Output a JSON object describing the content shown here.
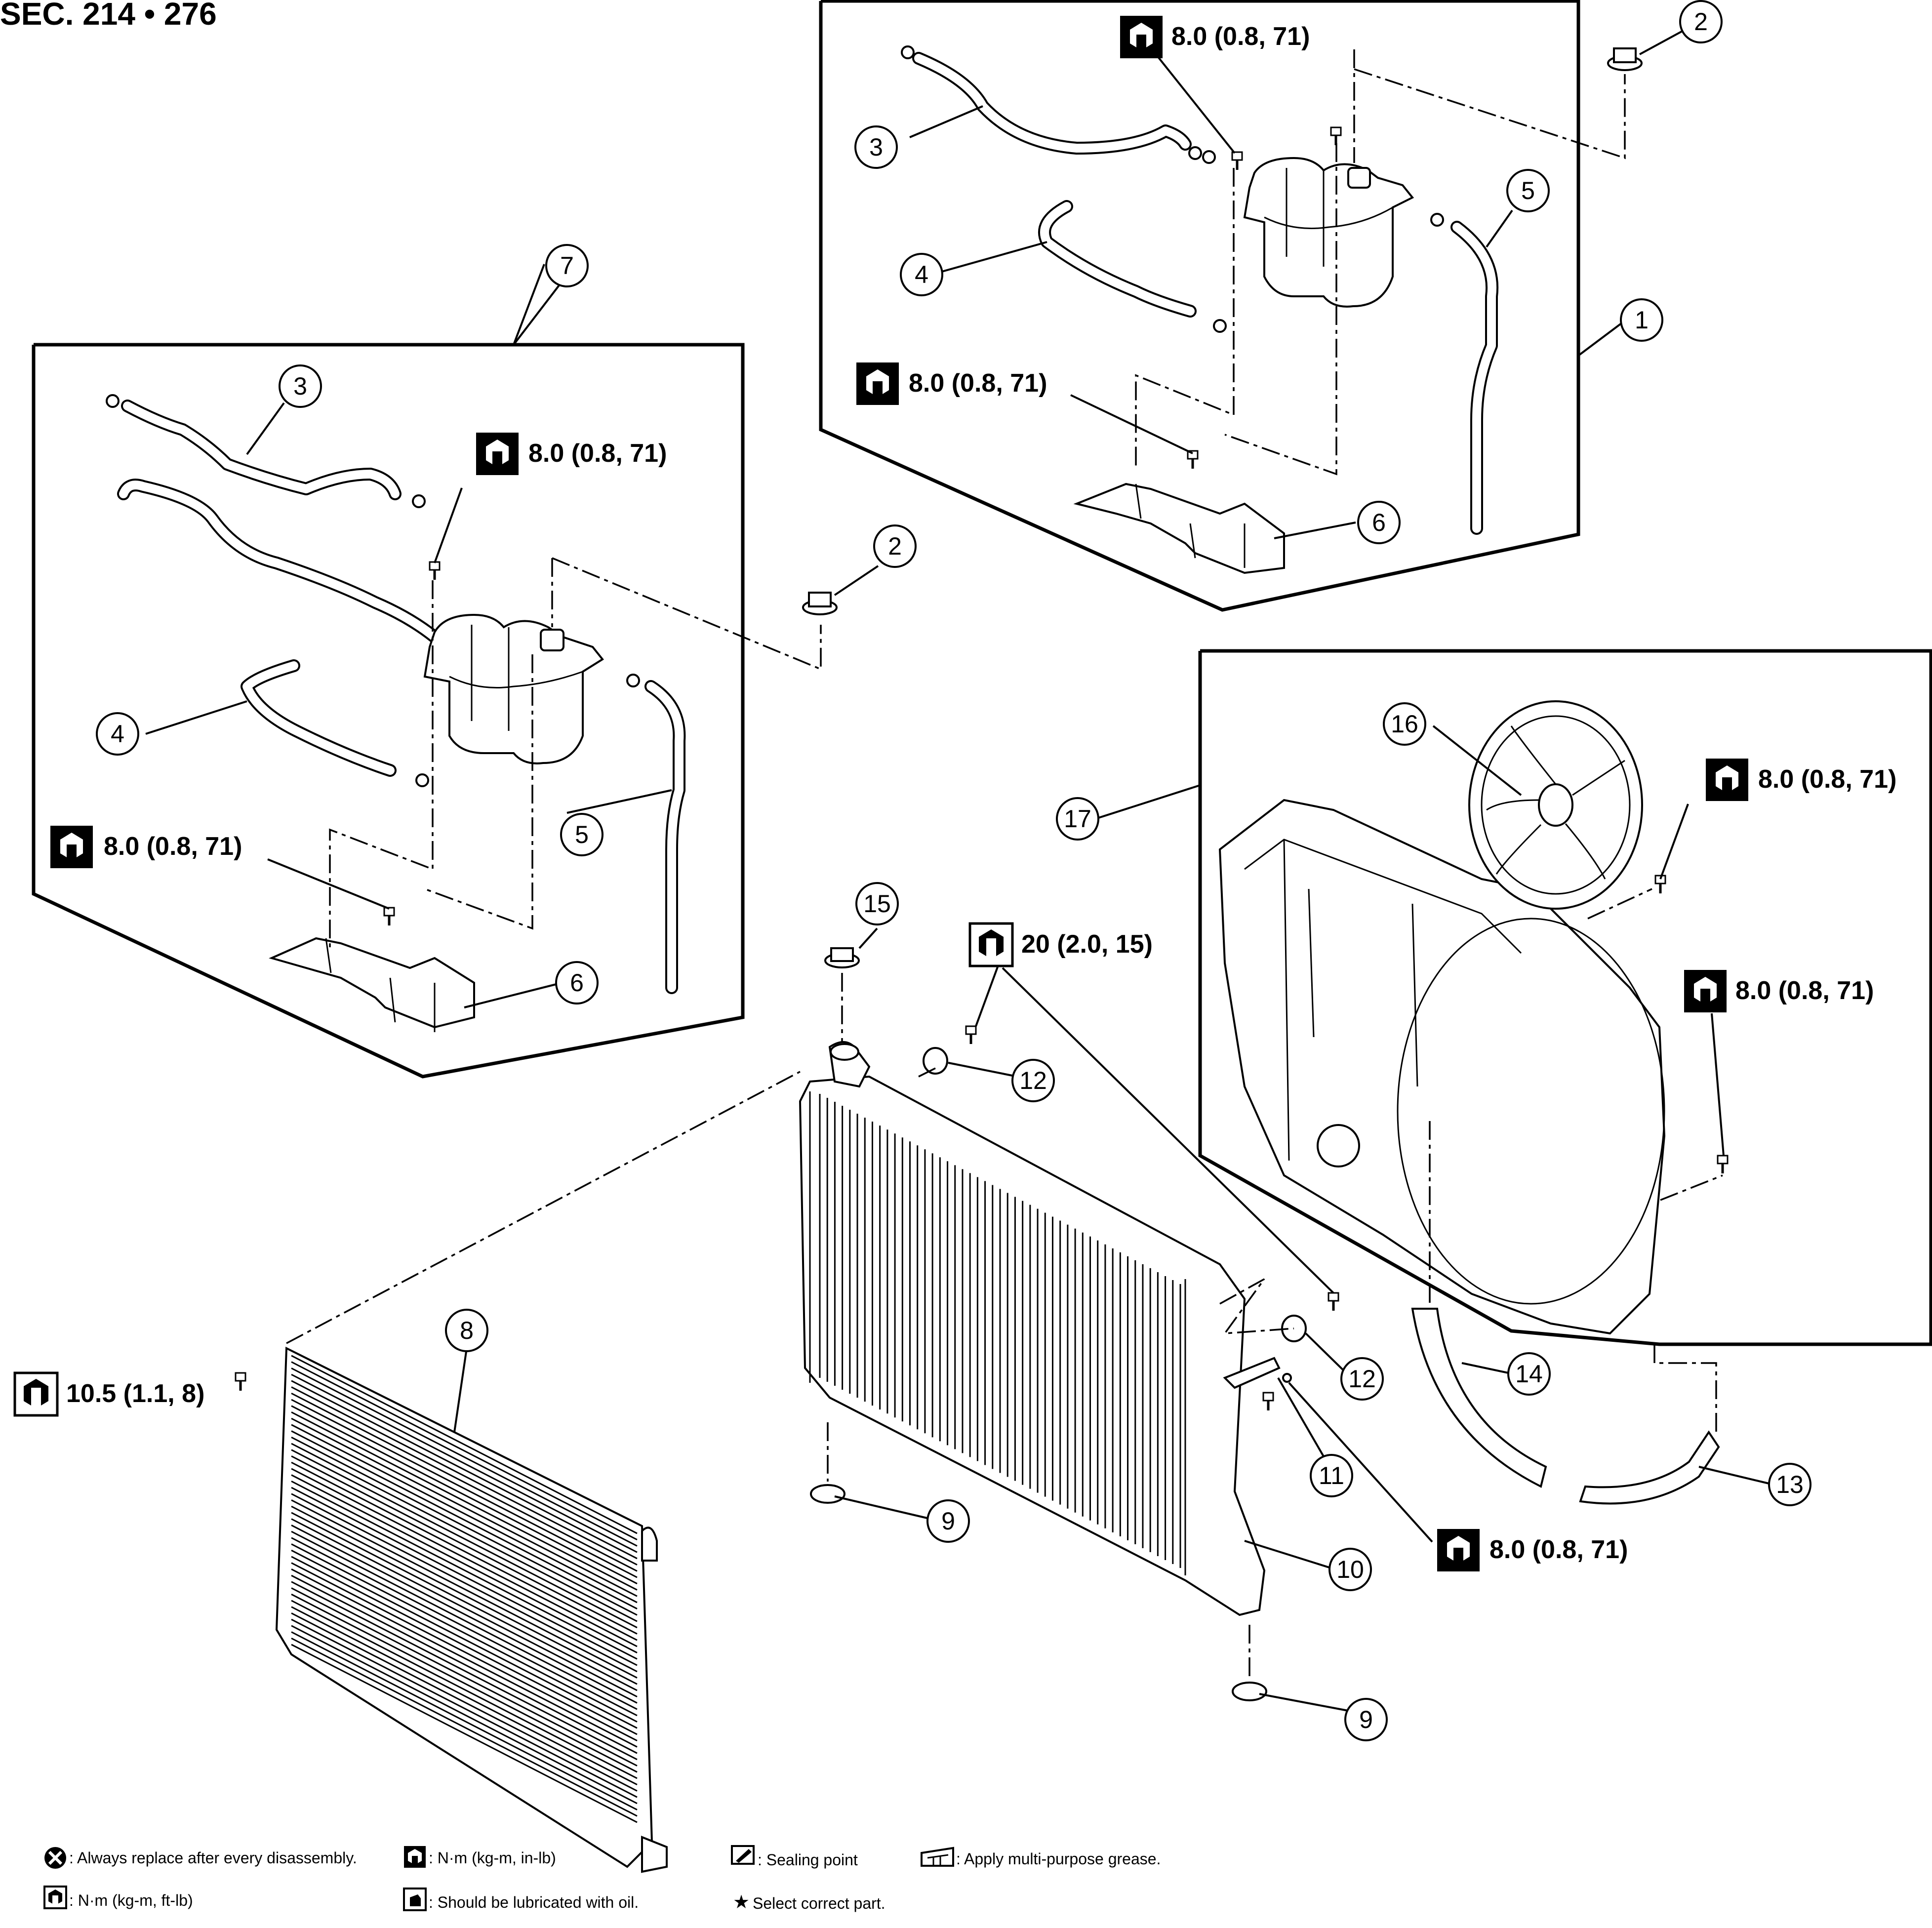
{
  "header": {
    "section": "SEC. 214 • 276"
  },
  "callouts": [
    "1",
    "2",
    "2",
    "3",
    "3",
    "4",
    "4",
    "5",
    "5",
    "6",
    "6",
    "7",
    "8",
    "9",
    "9",
    "10",
    "11",
    "12",
    "12",
    "13",
    "14",
    "15",
    "16",
    "17"
  ],
  "torque_specs": {
    "reservoir_top_bolt": "8.0 (0.8, 71)",
    "reservoir_bracket_bolt": "8.0 (0.8, 71)",
    "alt_reservoir_top_bolt": "8.0 (0.8, 71)",
    "alt_reservoir_bracket_bolt": "8.0 (0.8, 71)",
    "fan_motor_bolt": "8.0 (0.8, 71)",
    "shroud_bolt": "8.0 (0.8, 71)",
    "radiator_mount_bolt": "20 (2.0, 15)",
    "condenser_bolt": "10.5 (1.1, 8)",
    "shroud_lower_bolt": "8.0 (0.8, 71)"
  },
  "legend": {
    "replace": ": Always replace after every disassembly.",
    "nm_ft": ": N·m (kg-m, ft-lb)",
    "nm_in": ": N·m (kg-m, in-lb)",
    "oil": ": Should be lubricated with oil.",
    "sealing": ": Sealing point",
    "star_symbol": "★",
    "select": "Select correct part.",
    "grease": ": Apply multi-purpose grease."
  },
  "icons": [
    "torque-wrench-icon",
    "replace-x-icon",
    "sealing-point-icon",
    "oil-icon",
    "grease-icon",
    "star-icon"
  ]
}
